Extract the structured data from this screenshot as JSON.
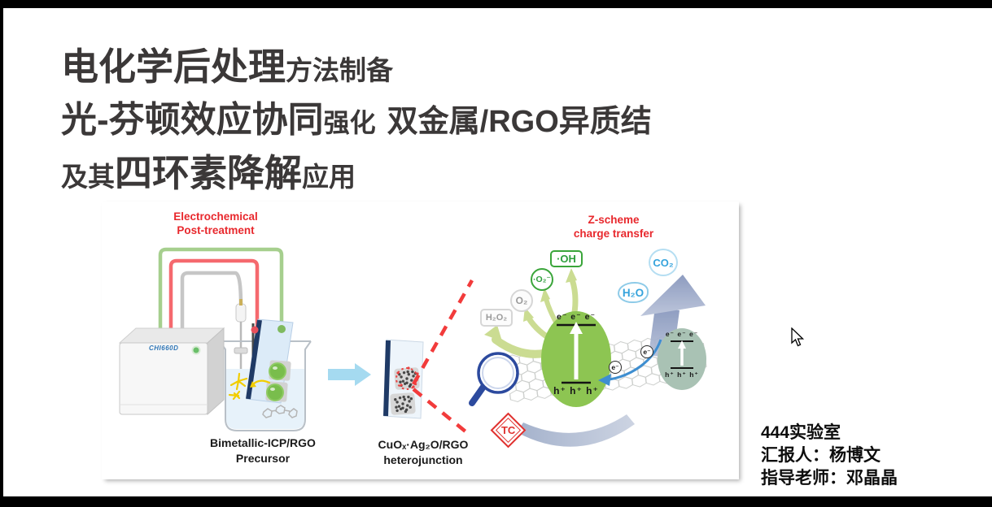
{
  "title": {
    "l1a": "电化学后处理",
    "l1b": "方法制备",
    "l2a": "光-芬顿效应协同",
    "l2b": "强化",
    "l2c": "双金属/RGO异质结",
    "l3a": "及其",
    "l3b": "四环素降解",
    "l3c": "应用"
  },
  "figure": {
    "electro_label_1": "Electrochemical",
    "electro_label_2": "Post-treatment",
    "instrument_model": "CHI660D",
    "precursor_label_1": "Bimetallic-ICP/RGO",
    "precursor_label_2": "Precursor",
    "hetero_label_1": "CuOₓ·Ag₂O/RGO",
    "hetero_label_2": "heterojunction",
    "zscheme_label_1": "Z-scheme",
    "zscheme_label_2": "charge transfer",
    "species": {
      "oh": "·OH",
      "superoxide": "·O₂⁻",
      "o2": "O₂",
      "h2o2": "H₂O₂",
      "h2o": "H₂O",
      "co2": "CO₂",
      "tc": "TC",
      "electron": "e⁻"
    },
    "band_labels": {
      "electrons": "e⁻ e⁻ e⁻",
      "holes": "h⁺ h⁺ h⁺"
    }
  },
  "credits": {
    "lab": "444实验室",
    "presenter": "汇报人：杨博文",
    "advisor": "指导老师：邓晶晶"
  },
  "colors": {
    "accent_red": "#e8282d",
    "photocatalyst_green": "#8dc552",
    "cocatalyst_sage": "#a9c2b4",
    "wire_green": "#a6cf8e",
    "wire_red": "#f5696e",
    "wire_gray": "#c6c6c6",
    "arrow_cyan": "#a5daf0",
    "pale_green_arrow": "#cbdc92",
    "slate_arrow": "#97a7c6",
    "species_green": "#3aa53a",
    "species_blue": "#35a3dc",
    "electron_path_blue": "#3e8ed0"
  }
}
